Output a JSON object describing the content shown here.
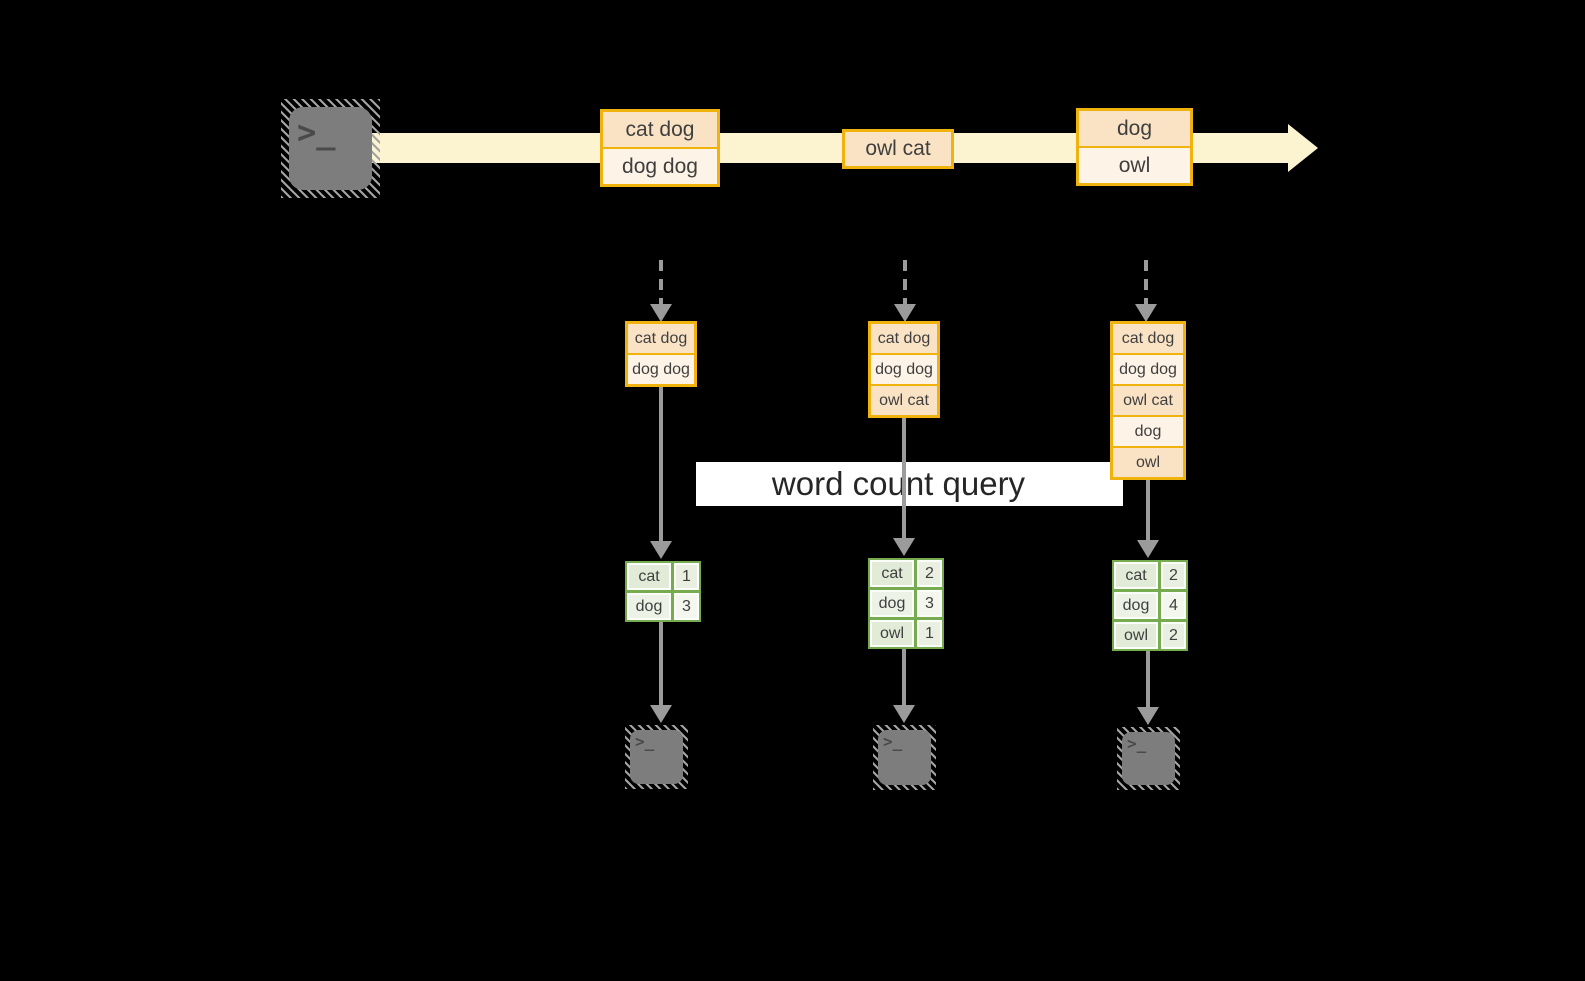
{
  "query_label": "word count query",
  "terminal_glyph": ">_",
  "stream_events": [
    {
      "rows": [
        "cat dog",
        "dog dog"
      ]
    },
    {
      "rows": [
        "owl cat"
      ]
    },
    {
      "rows": [
        "dog",
        "owl"
      ]
    }
  ],
  "pipelines": [
    {
      "buffer": [
        "cat dog",
        "dog dog"
      ],
      "counts": [
        {
          "word": "cat",
          "count": "1"
        },
        {
          "word": "dog",
          "count": "3"
        }
      ]
    },
    {
      "buffer": [
        "cat dog",
        "dog dog",
        "owl cat"
      ],
      "counts": [
        {
          "word": "cat",
          "count": "2"
        },
        {
          "word": "dog",
          "count": "3"
        },
        {
          "word": "owl",
          "count": "1"
        }
      ]
    },
    {
      "buffer": [
        "cat dog",
        "dog dog",
        "owl cat",
        "dog",
        "owl"
      ],
      "counts": [
        {
          "word": "cat",
          "count": "2"
        },
        {
          "word": "dog",
          "count": "4"
        },
        {
          "word": "owl",
          "count": "2"
        }
      ]
    }
  ],
  "colors": {
    "background": "#000000",
    "stream_arrow": "#fcf3d0",
    "event_border": "#f0b30d",
    "event_fill_dark": "#fae3c5",
    "event_fill_light": "#fdf3e6",
    "table_border_green": "#76ab50",
    "table_fill_green": "#e2ebd8",
    "arrow_gray": "#9b9b9b",
    "terminal_gray": "#7d7d7d",
    "text": "#3f3f3f"
  }
}
